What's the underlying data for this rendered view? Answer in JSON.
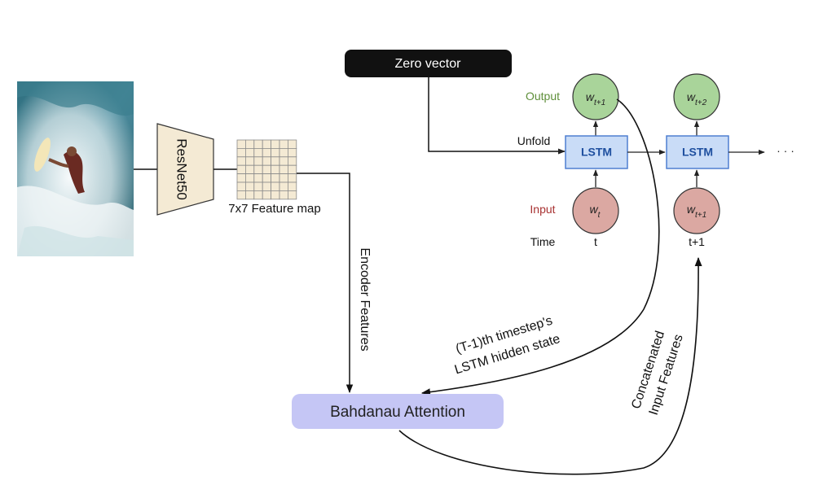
{
  "encoder": {
    "backbone_label": "ResNet50",
    "feature_map_label": "7x7 Feature map",
    "encoder_features_label": "Encoder Features"
  },
  "decoder": {
    "zero_vector_label": "Zero vector",
    "unfold_label": "Unfold",
    "row_output_label": "Output",
    "row_input_label": "Input",
    "row_time_label": "Time",
    "lstm_label": "LSTM",
    "ellipsis": "· · ·",
    "steps": [
      {
        "time": "t",
        "input_base": "w",
        "input_sub": "t",
        "output_base": "w",
        "output_sub": "t+1"
      },
      {
        "time": "t+1",
        "input_base": "w",
        "input_sub": "t+1",
        "output_base": "w",
        "output_sub": "t+2"
      }
    ]
  },
  "attention": {
    "label": "Bahdanau Attention",
    "hidden_state_line1": "(T-1)th timestep's",
    "hidden_state_line2": "LSTM hidden state",
    "concat_line1": "Concatenated",
    "concat_line2": "Input Features"
  },
  "colors": {
    "output_label": "#5f8f3a",
    "input_label": "#a83232",
    "output_node_fill": "#a9d49a",
    "input_node_fill": "#dba8a2",
    "lstm_fill": "#c9dcf7",
    "lstm_stroke": "#4f7fd1",
    "attention_fill": "#c5c6f5",
    "zero_vector_fill": "#111111",
    "resnet_fill": "#f4ead4"
  }
}
